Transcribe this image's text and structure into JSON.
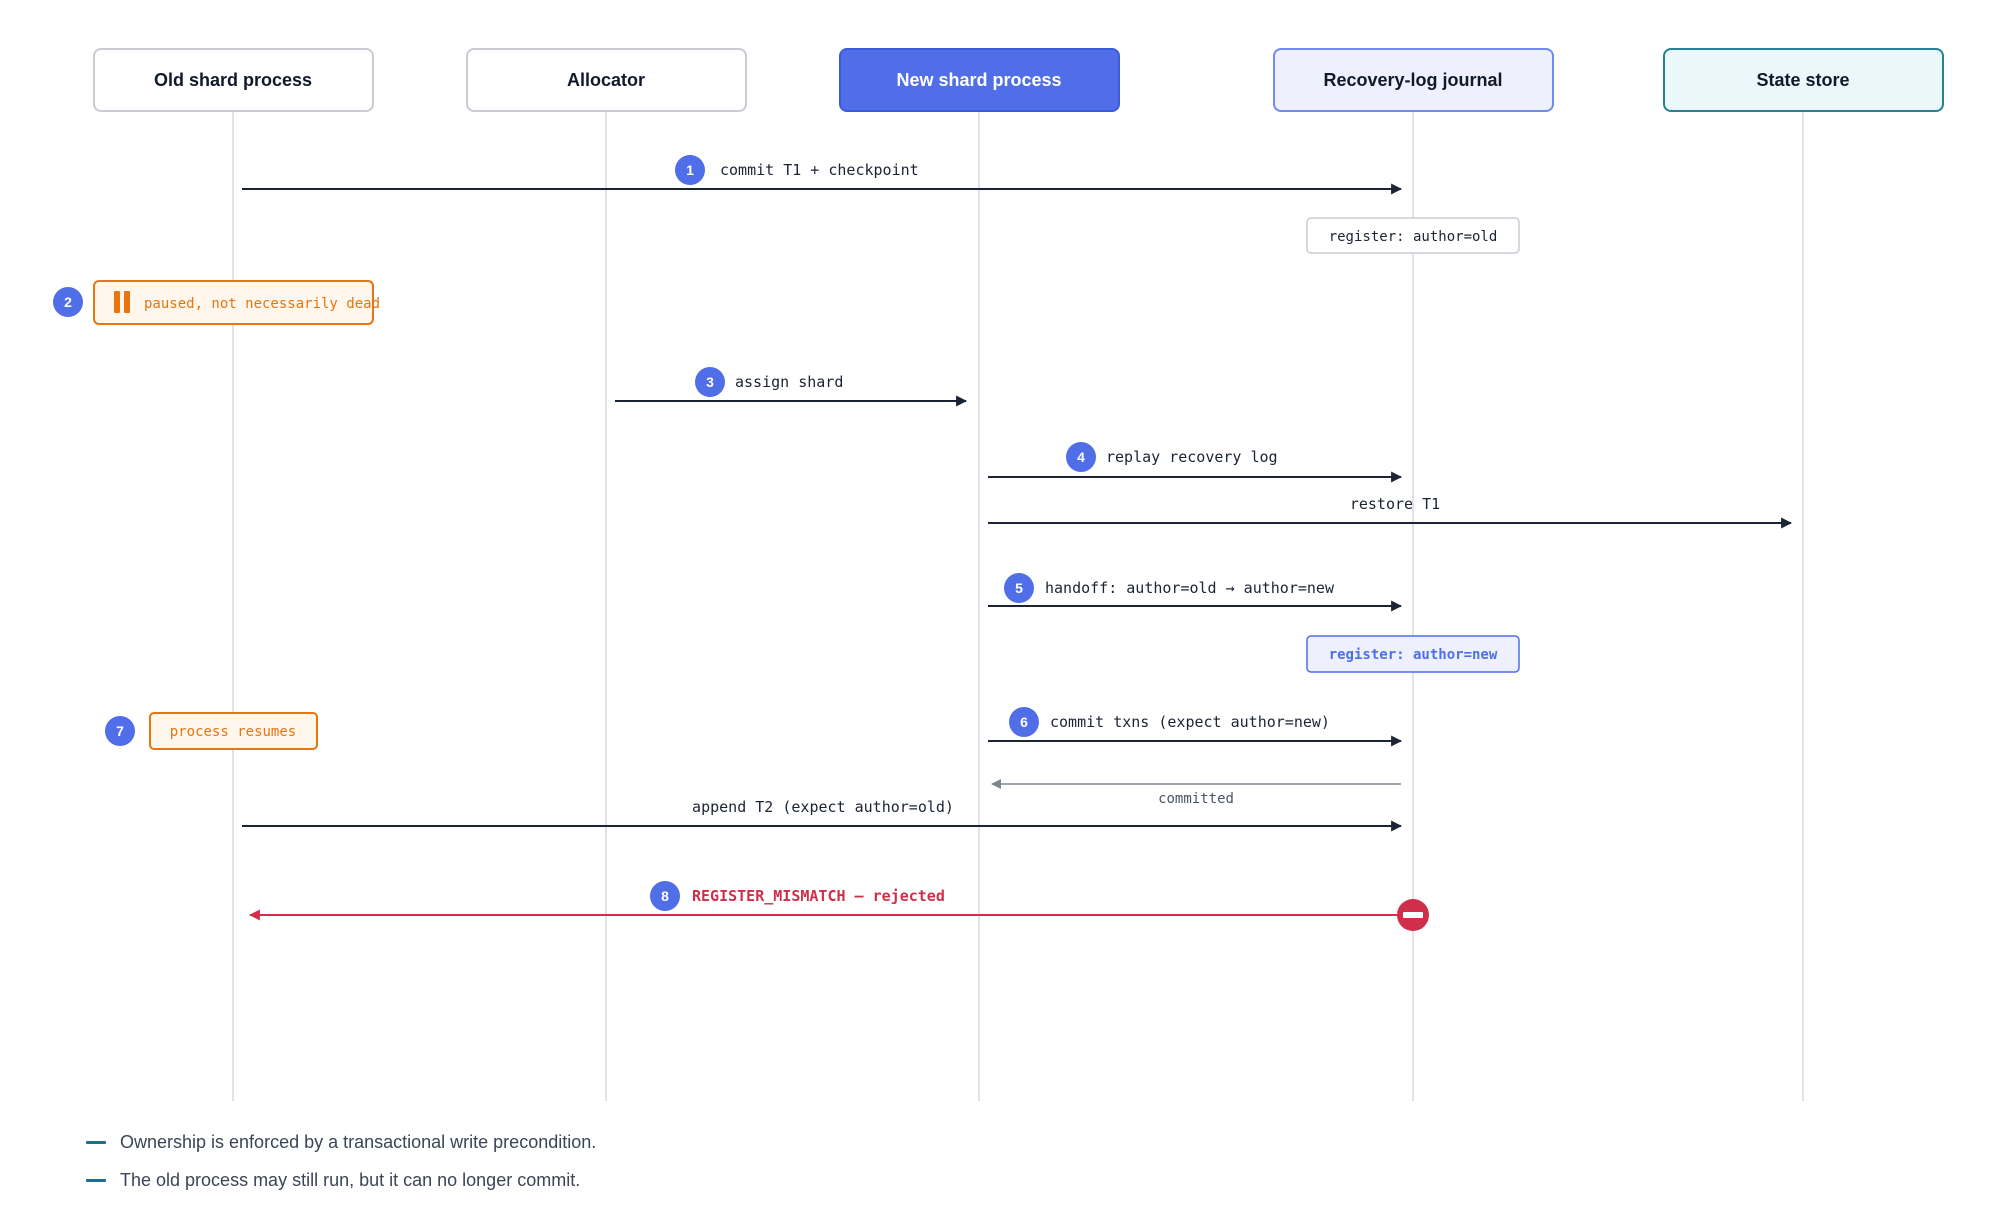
{
  "participants": [
    {
      "name": "Old shard process"
    },
    {
      "name": "Allocator"
    },
    {
      "name": "New shard process"
    },
    {
      "name": "Recovery-log journal"
    },
    {
      "name": "State store"
    }
  ],
  "steps": {
    "s1": {
      "badge": "1",
      "label": "commit T1 + checkpoint"
    },
    "s2": {
      "badge": "2",
      "label": "paused, not necessarily dead"
    },
    "s3": {
      "badge": "3",
      "label": "assign shard"
    },
    "s4": {
      "badge": "4",
      "label": "replay recovery log"
    },
    "restore": {
      "label": "restore T1"
    },
    "s5": {
      "badge": "5",
      "label": "handoff: author=old → author=new"
    },
    "s6": {
      "badge": "6",
      "label": "commit txns (expect author=new)"
    },
    "committed": {
      "label": "committed"
    },
    "s7": {
      "badge": "7",
      "label": "process resumes"
    },
    "append": {
      "label": "append T2 (expect author=old)"
    },
    "s8": {
      "badge": "8",
      "label": "REGISTER_MISMATCH — rejected"
    }
  },
  "notes": {
    "register_old": "register: author=old",
    "register_new": "register: author=new"
  },
  "legend": [
    "Ownership is enforced by a transactional write precondition.",
    "The old process may still run, but it can no longer commit."
  ],
  "colors": {
    "accent_blue": "#4f6ee8",
    "warning_orange": "#e87510",
    "error_red": "#cf2f4a",
    "legend_teal": "#1f6f8b"
  }
}
